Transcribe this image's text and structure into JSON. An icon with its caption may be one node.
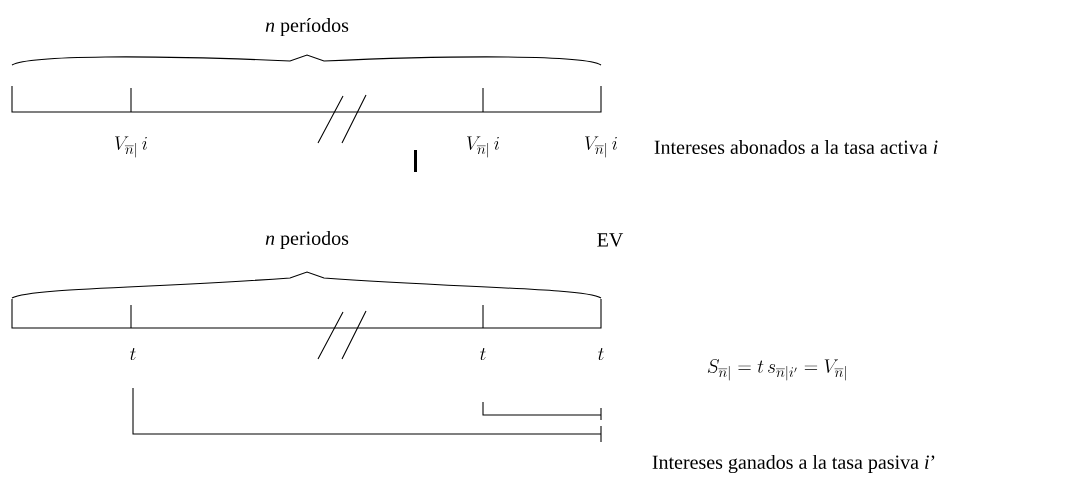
{
  "diagram": {
    "labels": [
      "*n* períodos",
      "V_{\\overline{n}|}\\,i",
      "V_{\\overline{n}|}\\,i",
      "V_{\\overline{n}|}\\,i",
      "Intereses abonados a la tasa activa *i*",
      "*n* periodos",
      "EV",
      "t",
      "t",
      "t",
      "S_{\\overline{n}|}=t\\,s_{\\overline{n}|i'}=V_{\\overline{n}|}",
      "Intereses ganados a la tasa pasiva *i*’"
    ]
  }
}
